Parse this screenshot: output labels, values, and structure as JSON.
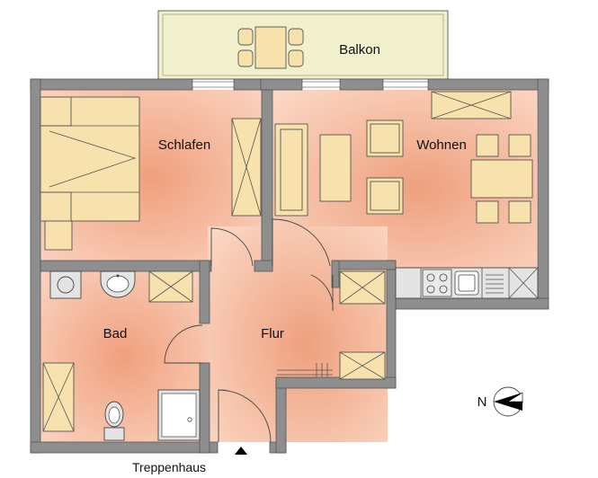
{
  "rooms": {
    "balkon": "Balkon",
    "schlafen": "Schlafen",
    "wohnen": "Wohnen",
    "bad": "Bad",
    "flur": "Flur"
  },
  "labels": {
    "treppenhaus": "Treppenhaus",
    "north": "N"
  },
  "colors": {
    "wall": "#8e8e8e",
    "floor_light": "#fbd6c2",
    "floor_dark": "#ee9e7a",
    "furniture": "#f7e2ad",
    "balcony": "#f0f0cc",
    "kitchen": "#e4e4e4"
  }
}
